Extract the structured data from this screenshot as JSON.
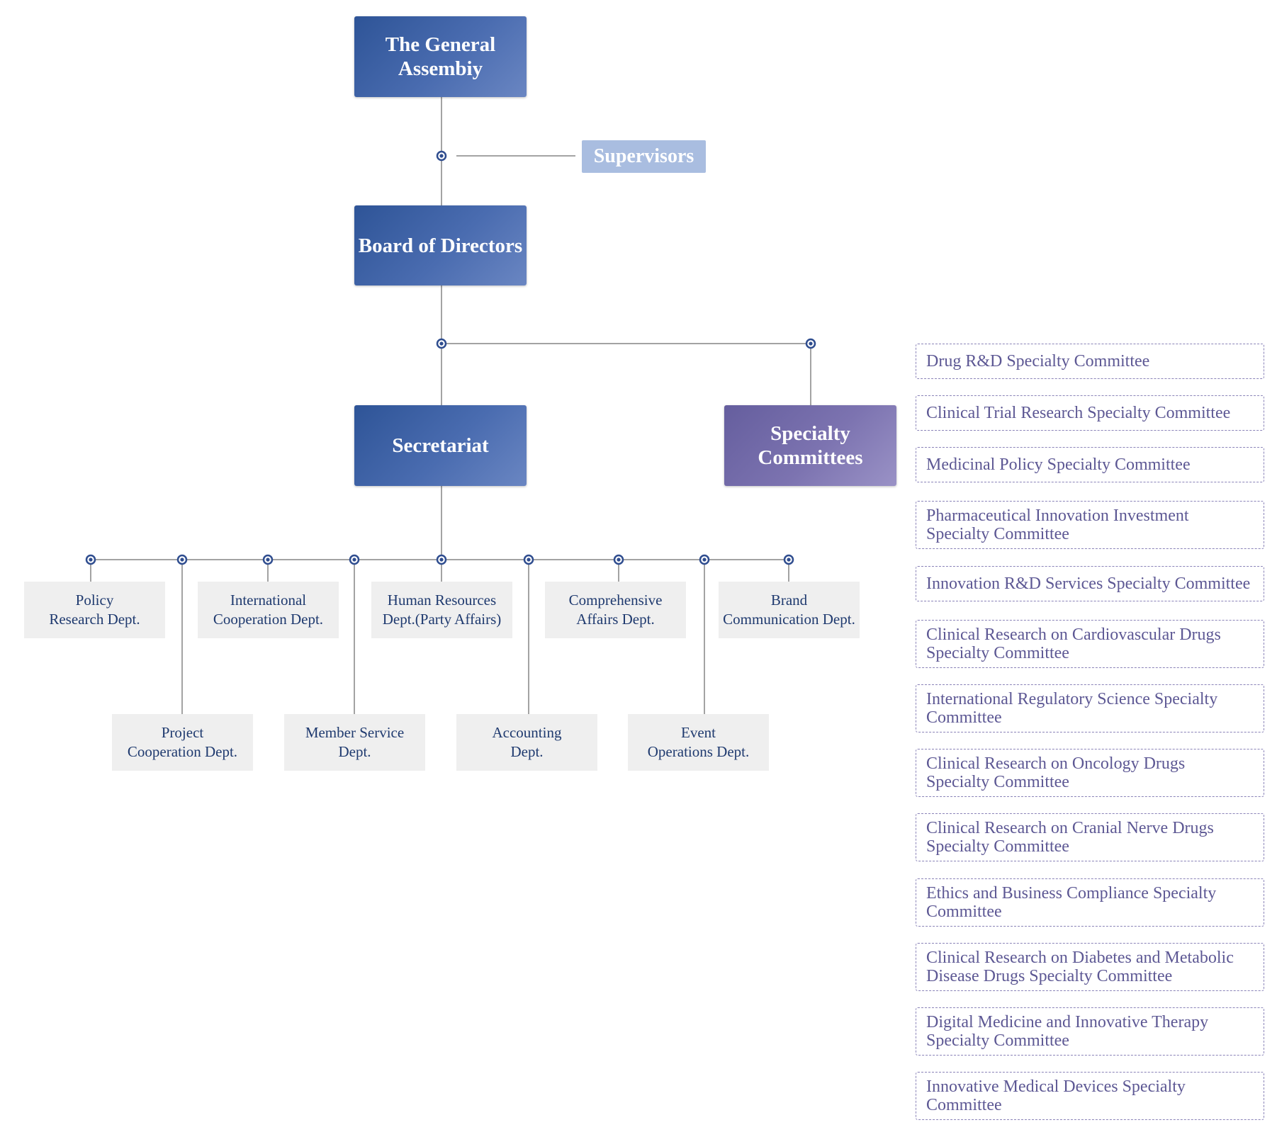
{
  "nodes": {
    "general_assembly": "The General\nAssembiy",
    "supervisors": "Supervisors",
    "board": "Board of Directors",
    "secretariat": "Secretariat",
    "specialty": "Specialty\nCommittees"
  },
  "departments_top": [
    "Policy\nResearch Dept.",
    "International\nCooperation Dept.",
    "Human Resources\nDept.(Party Affairs)",
    "Comprehensive\nAffairs Dept.",
    "Brand\nCommunication Dept."
  ],
  "departments_bottom": [
    "Project\nCooperation Dept.",
    "Member Service\nDept.",
    "Accounting\nDept.",
    "Event\nOperations Dept."
  ],
  "committees": [
    "Drug R&D Specialty Committee",
    "Clinical Trial Research Specialty Committee",
    "Medicinal Policy Specialty Committee",
    "Pharmaceutical Innovation Investment\nSpecialty Committee",
    "Innovation R&D Services Specialty Committee",
    "Clinical Research on Cardiovascular Drugs\nSpecialty Committee",
    "International Regulatory Science Specialty\nCommittee",
    "Clinical Research on Oncology Drugs\nSpecialty Committee",
    "Clinical Research on Cranial Nerve Drugs\nSpecialty Committee",
    "Ethics and Business Compliance Specialty\nCommittee",
    "Clinical Research on Diabetes and Metabolic\nDisease Drugs Specialty Committee",
    "Digital Medicine and Innovative Therapy\nSpecialty Committee",
    "Innovative Medical Devices Specialty\nCommittee"
  ],
  "colors": {
    "primary_blue": "#3a5ca3",
    "specialty_purple": "#7a72ae",
    "supervisor_light": "#a9bde0",
    "dept_text": "#1f3a6f",
    "committee_text": "#5d5894"
  }
}
